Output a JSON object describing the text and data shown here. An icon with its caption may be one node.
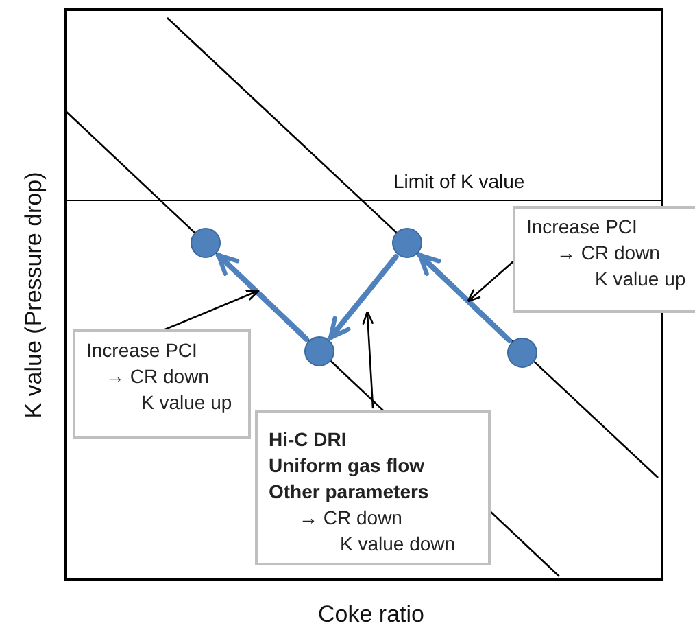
{
  "diagram": {
    "nodes": [
      {
        "text": [],
        "shape": "circle"
      },
      {
        "text": [],
        "shape": "circle"
      },
      {
        "text": [
          "Increase PCI",
          "→ CR down",
          "K value up"
        ]
      },
      {
        "text": [],
        "shape": "circle"
      },
      {
        "text": [],
        "shape": "circle"
      },
      {
        "text": [
          "Increase PCI",
          "→ CR down",
          "K value up"
        ]
      },
      {
        "text": [
          "Hi-C DRI",
          "Uniform gas flow",
          "Other parameters",
          "→ CR down",
          "K value down"
        ]
      }
    ],
    "edges": [
      {
        "from": 4,
        "to": 1,
        "arrow": "to",
        "style": "thick",
        "color": "#4f81bd"
      },
      {
        "from": 1,
        "to": 3,
        "arrow": "to",
        "style": "thick",
        "color": "#4f81bd"
      },
      {
        "from": 3,
        "to": 0,
        "arrow": "to",
        "style": "thick",
        "color": "#4f81bd"
      },
      {
        "from": 2,
        "to": null,
        "arrow": "to",
        "color": "#000000"
      },
      {
        "from": 5,
        "to": null,
        "arrow": "to",
        "color": "#000000"
      },
      {
        "from": 6,
        "to": null,
        "arrow": "to",
        "color": "#000000"
      }
    ],
    "labels": [
      "Limit of K value",
      "K value (Pressure drop)",
      "Coke ratio"
    ]
  }
}
